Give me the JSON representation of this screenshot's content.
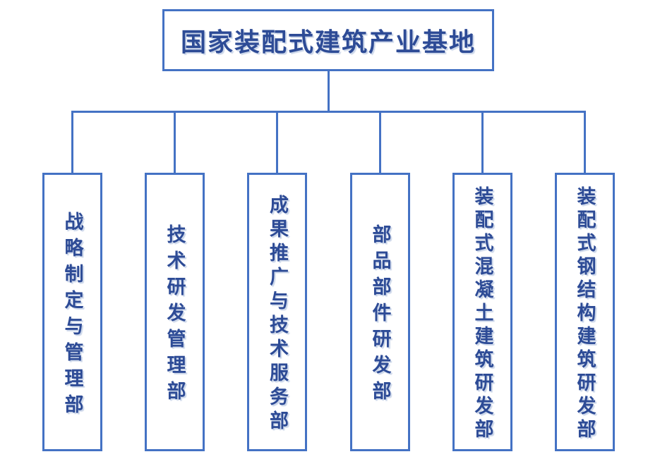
{
  "root": {
    "label": "国家装配式建筑产业基地"
  },
  "departments": [
    {
      "name": "战略制定与管理部"
    },
    {
      "name": "技术研发管理部"
    },
    {
      "name": "成果推广与技术服务部"
    },
    {
      "name": "部品部件研发部"
    },
    {
      "name": "装配式混凝土建筑研发部"
    },
    {
      "name": "装配式钢结构建筑研发部"
    }
  ],
  "colors": {
    "line": "#4472C4",
    "text": "#2D4B96",
    "background": "#FFFFFF"
  }
}
